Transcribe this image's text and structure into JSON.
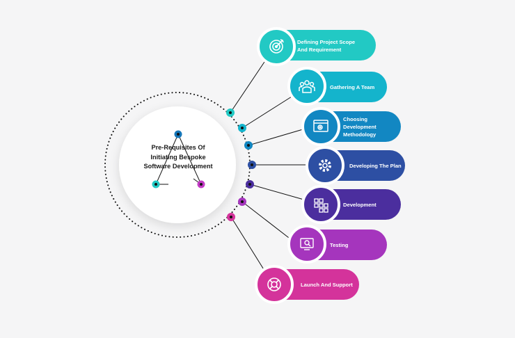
{
  "center": {
    "title": "Pre-Requisites Of\nInitiating Bespoke\nSoftware Development"
  },
  "steps": [
    {
      "label": "Defining Project Scope\nAnd Requirement",
      "icon": "target-icon",
      "color": "#22c9c4"
    },
    {
      "label": "Gathering A Team",
      "icon": "team-icon",
      "color": "#14b4cc"
    },
    {
      "label": "Choosing\nDevelopment\nMethodology",
      "icon": "settings-window-icon",
      "color": "#1287c2"
    },
    {
      "label": "Developing The Plan",
      "icon": "gear-icon",
      "color": "#2d4fa3"
    },
    {
      "label": "Development",
      "icon": "blocks-icon",
      "color": "#4b2e9e"
    },
    {
      "label": "Testing",
      "icon": "test-monitor-icon",
      "color": "#a535bd"
    },
    {
      "label": "Launch And Support",
      "icon": "lifebuoy-icon",
      "color": "#d4339b"
    }
  ]
}
